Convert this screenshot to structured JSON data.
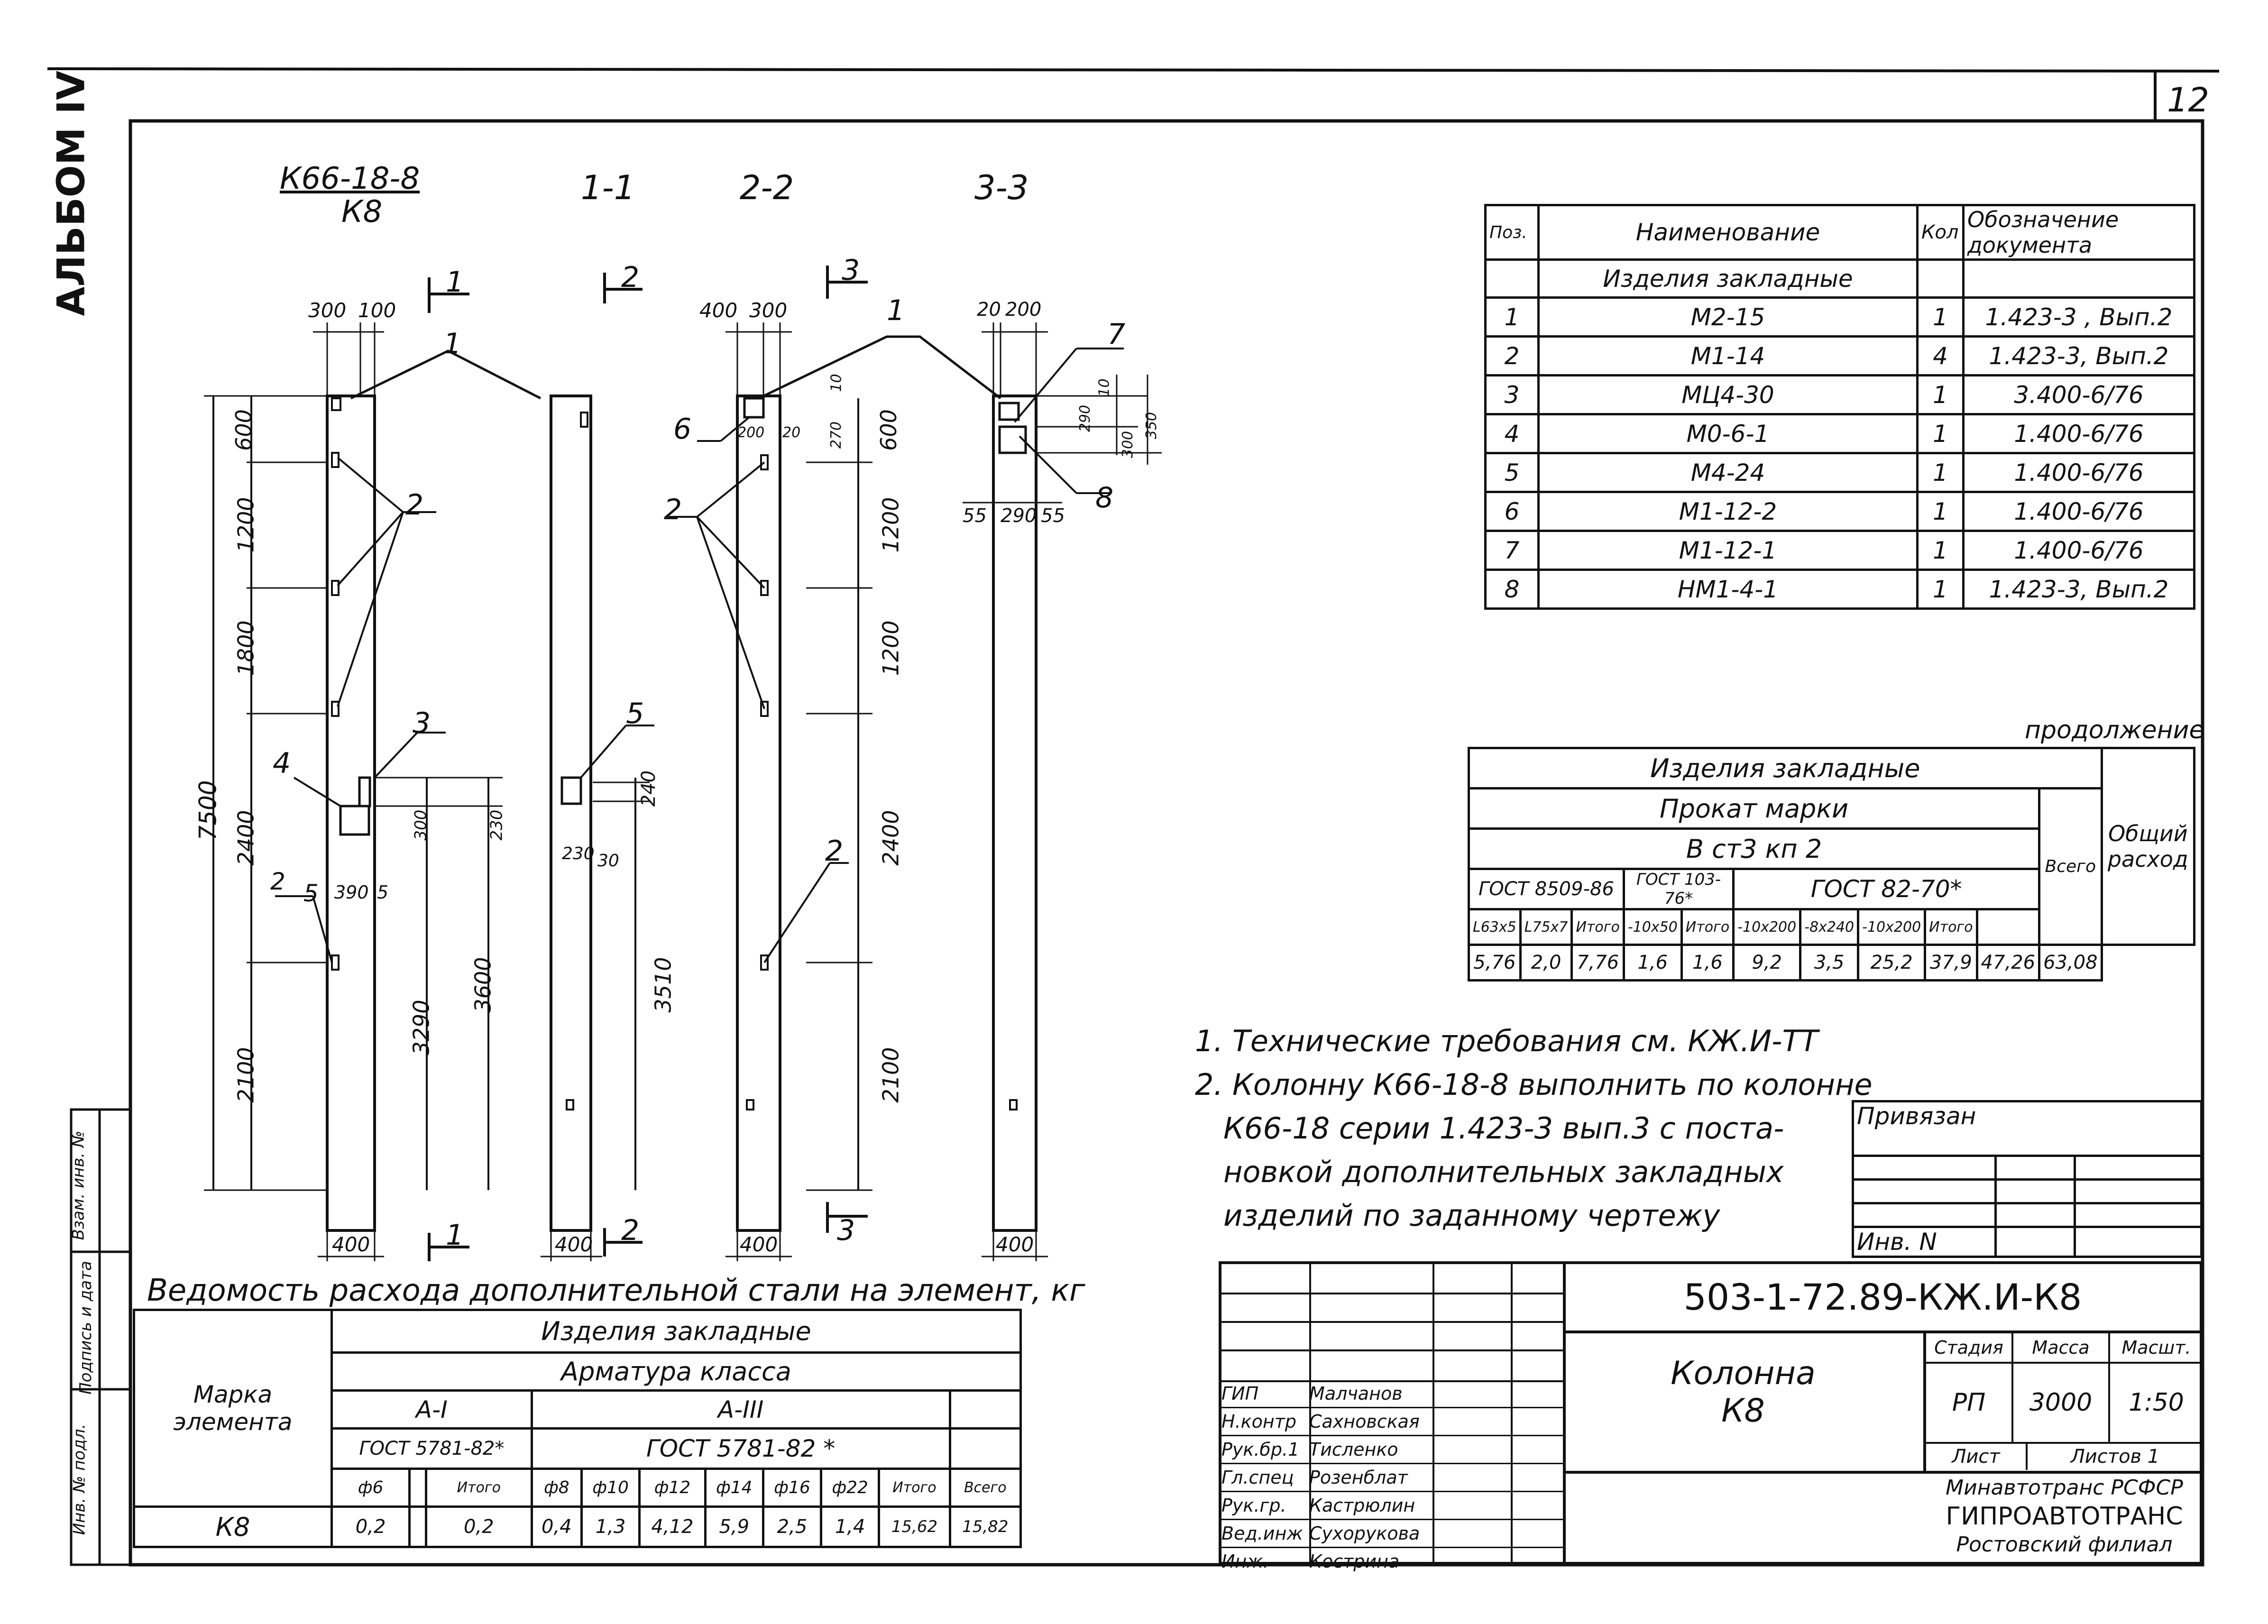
{
  "album": "АЛЬБОМ IV",
  "sheet_number": "12",
  "element": {
    "mark_top": "К66-18-8",
    "mark_bottom": "К8"
  },
  "sections": [
    "1-1",
    "2-2",
    "3-3"
  ],
  "cut_marks": [
    "1",
    "2",
    "3"
  ],
  "dims_front": {
    "top_a": "300",
    "top_b": "100",
    "total": "7500",
    "seg1": "600",
    "seg2": "1200",
    "seg3": "1800",
    "seg4": "2400",
    "seg5": "2100",
    "h1": "3600",
    "h2": "3290",
    "w_bottom": "400",
    "plate_w": "390",
    "plate_side": "5",
    "plate_h1": "230",
    "plate_h2": "300"
  },
  "dims_11": {
    "w_bottom": "400",
    "plate_w": "230",
    "gap": "30",
    "h": "3510",
    "plate_h": "240"
  },
  "dims_22": {
    "top_a": "400",
    "top_b": "300",
    "w_bottom": "400",
    "d1": "200",
    "d2": "20",
    "d3": "270",
    "d4": "10",
    "seg1": "600",
    "seg2": "1200",
    "seg3": "1200",
    "seg4": "2400",
    "seg5": "2100"
  },
  "dims_33": {
    "top_a": "20",
    "top_b": "200",
    "w_bottom": "400",
    "d1": "290",
    "d2": "10",
    "d3": "300",
    "d4": "350",
    "left": "55",
    "mid": "290",
    "right": "55"
  },
  "callouts": [
    "1",
    "2",
    "3",
    "4",
    "5",
    "6",
    "7",
    "8"
  ],
  "spec_table": {
    "headers": [
      "Поз.",
      "Наименование",
      "Кол",
      "Обозначение документа"
    ],
    "group": "Изделия закладные",
    "rows": [
      [
        "1",
        "М2-15",
        "1",
        "1.423-3 , Вып.2"
      ],
      [
        "2",
        "М1-14",
        "4",
        "1.423-3, Вып.2"
      ],
      [
        "3",
        "МЦ4-30",
        "1",
        "3.400-6/76"
      ],
      [
        "4",
        "М0-6-1",
        "1",
        "1.400-6/76"
      ],
      [
        "5",
        "М4-24",
        "1",
        "1.400-6/76"
      ],
      [
        "6",
        "М1-12-2",
        "1",
        "1.400-6/76"
      ],
      [
        "7",
        "М1-12-1",
        "1",
        "1.400-6/76"
      ],
      [
        "8",
        "НМ1-4-1",
        "1",
        "1.423-3, Вып.2"
      ]
    ]
  },
  "continue_label": "продолжение",
  "rolled_table": {
    "title": "Изделия закладные",
    "sub": "Прокат марки",
    "grade": "В ст3 кп 2",
    "gosts": [
      "ГОСТ 8509-86",
      "ГОСТ 103-76*",
      "ГОСТ 82-70*"
    ],
    "total_label": "Всего",
    "general_label": "Общий расход",
    "cols": [
      "L63x5",
      "L75x7",
      "Итого",
      "-10x50",
      "Итого",
      "-10x200",
      "-8x240",
      "-10x200",
      "Итого"
    ],
    "values": [
      "5,76",
      "2,0",
      "7,76",
      "1,6",
      "1,6",
      "9,2",
      "3,5",
      "25,2",
      "37,9",
      "47,26",
      "63,08"
    ]
  },
  "notes": [
    "1. Технические требования см. КЖ.И-ТТ",
    "2. Колонну К66-18-8 выполнить по колонне",
    "К66-18 серии 1.423-3 вып.3 с поста-",
    "новкой дополнительных закладных",
    "изделий по заданному чертежу"
  ],
  "steel_table": {
    "title": "Ведомость расхода дополнительной стали на элемент, кг",
    "mark_header": "Марка элемента",
    "group": "Изделия закладные",
    "sub": "Арматура класса",
    "class1": "А-I",
    "class3": "А-III",
    "gost1": "ГОСТ 5781-82*",
    "gost3": "ГОСТ 5781-82 *",
    "cols": [
      "ф6",
      "",
      "Итого",
      "ф8",
      "ф10",
      "ф12",
      "ф14",
      "ф16",
      "ф22",
      "Итого",
      "Всего"
    ],
    "row_mark": "К8",
    "values": [
      "0,2",
      "",
      "0,2",
      "0,4",
      "1,3",
      "4,12",
      "5,9",
      "2,5",
      "1,4",
      "15,62",
      "15,82"
    ]
  },
  "side_stamp": [
    "Инв. № подл.",
    "Подпись и дата",
    "Взам. инв. №"
  ],
  "tied": {
    "label": "Привязан",
    "inv": "Инв. N"
  },
  "title_block": {
    "code": "503-1-72.89-КЖ.И-К8",
    "name1": "Колонна",
    "name2": "К8",
    "stage_h": "Стадия",
    "mass_h": "Масса",
    "scale_h": "Масшт.",
    "stage": "РП",
    "mass": "3000",
    "scale": "1:50",
    "sheet_h": "Лист",
    "sheets_h": "Листов 1",
    "org1": "Минавтотранс РСФСР",
    "org2": "ГИПРОАВТОТРАНС",
    "org3": "Ростовский филиал",
    "people": [
      [
        "ГИП",
        "Малчанов"
      ],
      [
        "Н.контр",
        "Сахновская"
      ],
      [
        "Рук.бр.1",
        "Тисленко"
      ],
      [
        "Гл.спец",
        "Розенблат"
      ],
      [
        "Рук.гр.",
        "Кастрюлин"
      ],
      [
        "Вед.инж",
        "Сухорукова"
      ],
      [
        "Инж.",
        "Кострина"
      ]
    ]
  }
}
